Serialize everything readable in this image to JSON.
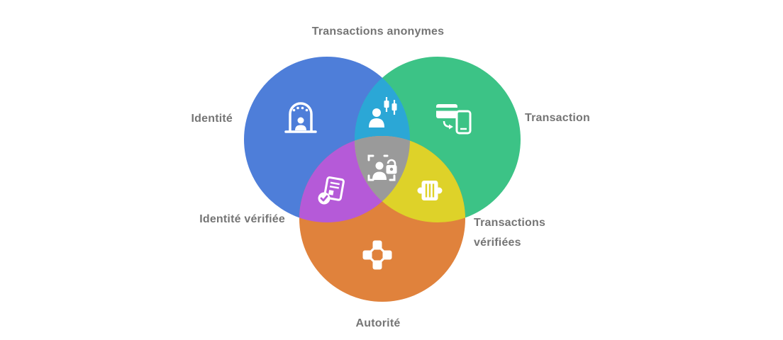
{
  "diagram": {
    "type": "venn-3-circles",
    "labels": {
      "anonymous_transactions": "Transactions anonymes",
      "identity": "Identité",
      "transaction": "Transaction",
      "verified_identity": "Identité vérifiée",
      "verified_transactions_line1": "Transactions",
      "verified_transactions_line2": "vérifiées",
      "authority": "Autorité"
    },
    "colors": {
      "identity_circle": "#4e7ed9",
      "transaction_circle": "#3cc386",
      "authority_circle": "#e0823c",
      "anonymous_overlap": "#2ba7d6",
      "verified_identity_overlap": "#b55ad8",
      "verified_transactions_overlap": "#ded229",
      "center_overlap": "#9a9a9a",
      "label_text": "#757575",
      "icon_color": "#ffffff",
      "background": "#ffffff"
    },
    "icons": {
      "identity": "person-arch-icon",
      "anonymous_transactions": "trader-candlestick-icon",
      "transaction": "card-phone-icon",
      "verified_identity": "id-document-check-icon",
      "verified_transactions": "ledger-icon",
      "center": "privacy-scan-lock-icon",
      "authority": "network-nodes-icon"
    }
  }
}
